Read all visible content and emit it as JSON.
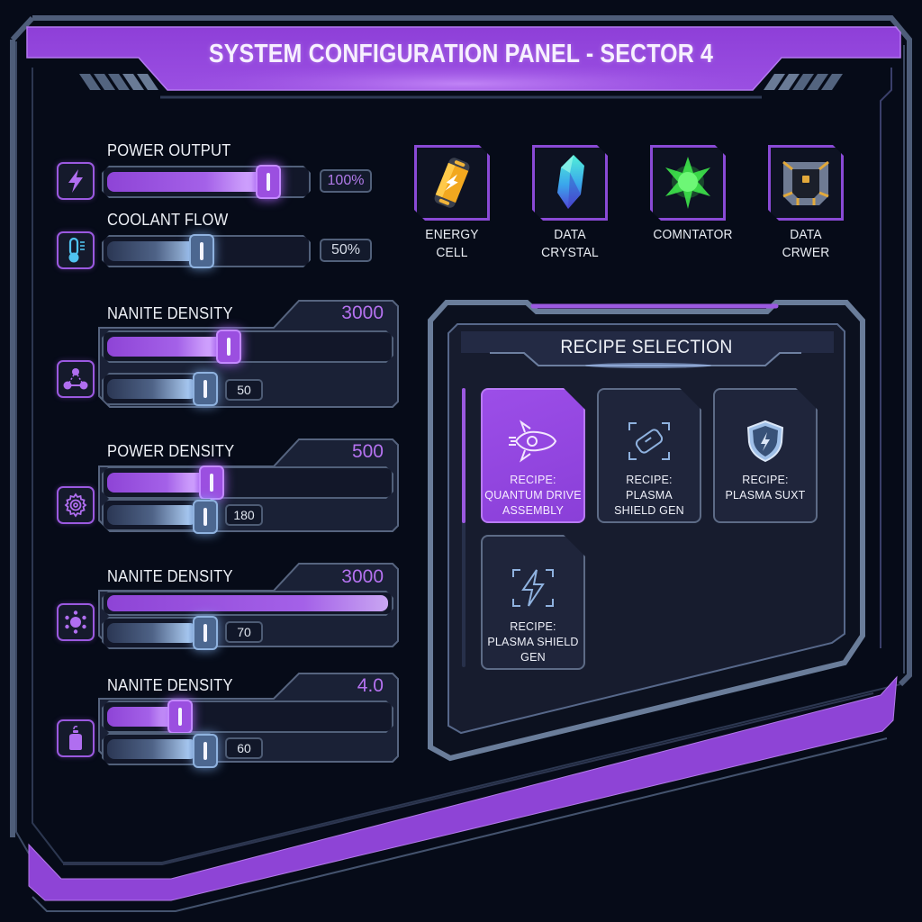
{
  "header": {
    "title": "SYSTEM CONFIGURATION PANEL - SECTOR 4"
  },
  "colors": {
    "accent_purple": "#9b4fe0",
    "frame_steel": "#5a6a86",
    "background": "#060b18",
    "value_purple": "#b572f0",
    "secondary_blue": "#8fb2df"
  },
  "simple_controls": [
    {
      "label": "POWER OUTPUT",
      "icon": "lightning-icon",
      "value": "100%",
      "fill_percent": 80,
      "style": "purple"
    },
    {
      "label": "COOLANT FLOW",
      "icon": "thermometer-icon",
      "value": "50%",
      "fill_percent": 48,
      "style": "blue"
    }
  ],
  "density_groups": [
    {
      "label": "NANITE DENSITY",
      "icon": "network-nodes-icon",
      "value": "3000",
      "primary_fill_percent": 42,
      "secondary_value": "50",
      "secondary_fill_percent": 88
    },
    {
      "label": "POWER DENSITY",
      "icon": "gear-icon",
      "value": "500",
      "primary_fill_percent": 36,
      "secondary_value": "180",
      "secondary_fill_percent": 88
    },
    {
      "label": "NANITE DENSITY",
      "icon": "molecule-icon",
      "value": "3000",
      "primary_fill_percent": 100,
      "secondary_value": "70",
      "secondary_fill_percent": 88
    },
    {
      "label": "NANITE DENSITY",
      "icon": "canister-icon",
      "value": "4.0",
      "primary_fill_percent": 24,
      "secondary_value": "60",
      "secondary_fill_percent": 88
    }
  ],
  "inventory": [
    {
      "label_line1": "ENERGY",
      "label_line2": "CELL",
      "icon": "battery-icon"
    },
    {
      "label_line1": "DATA",
      "label_line2": "CRYSTAL",
      "icon": "crystal-icon"
    },
    {
      "label_line1": "COMNTATOR",
      "label_line2": "",
      "icon": "green-gem-icon"
    },
    {
      "label_line1": "DATA CRWER",
      "label_line2": "",
      "icon": "crate-icon"
    }
  ],
  "recipe_panel": {
    "title": "RECIPE SELECTION",
    "recipes": [
      {
        "line1": "RECIPE:",
        "line2": "QUANTUM DRIVE",
        "line3": "ASSEMBLY",
        "icon": "spaceship-icon",
        "selected": true
      },
      {
        "line1": "RECIPE:",
        "line2": "PLASMA",
        "line3": "SHIELD GEN",
        "icon": "capsule-icon",
        "selected": false
      },
      {
        "line1": "RECIPE:",
        "line2": "PLASMA SUXT",
        "line3": "",
        "icon": "shield-icon",
        "selected": false
      },
      {
        "line1": "RECIPE:",
        "line2": "PLASMA SHIELD",
        "line3": "GEN",
        "icon": "lightning-frame-icon",
        "selected": false
      }
    ]
  }
}
